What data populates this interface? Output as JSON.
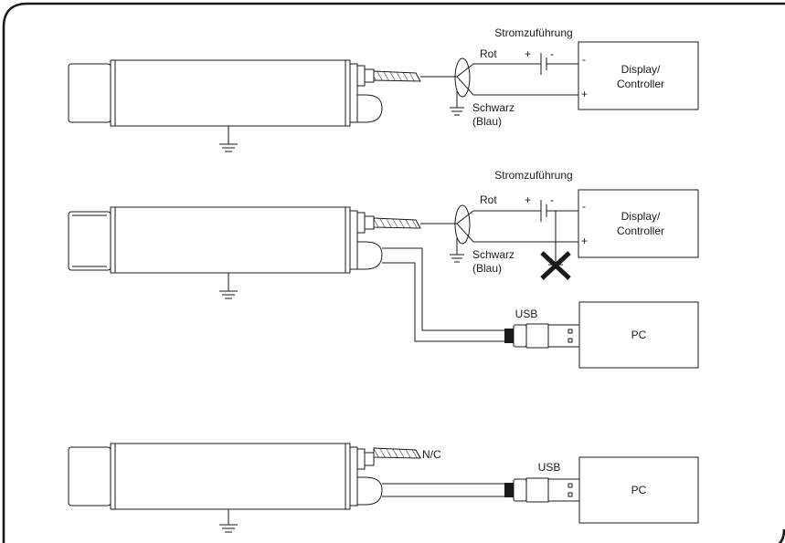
{
  "diagram": {
    "colors": {
      "line": "#1a1a1a",
      "background": "#ffffff"
    },
    "panel1": {
      "supply_label": "Stromzuführung",
      "wire_red": "Rot",
      "wire_black": "Schwarz",
      "wire_black_alt": "(Blau)",
      "battery_plus": "+",
      "battery_minus": "-",
      "device_minus": "-",
      "device_plus": "+",
      "device_line1": "Display/",
      "device_line2": "Controller"
    },
    "panel2": {
      "supply_label": "Stromzuführung",
      "wire_red": "Rot",
      "wire_black": "Schwarz",
      "wire_black_alt": "(Blau)",
      "battery_plus": "+",
      "battery_minus": "-",
      "device_minus": "-",
      "device_plus": "+",
      "device_line1": "Display/",
      "device_line2": "Controller",
      "usb_label": "USB",
      "pc_label": "PC"
    },
    "panel3": {
      "nc_label": "N/C",
      "usb_label": "USB",
      "pc_label": "PC"
    }
  }
}
